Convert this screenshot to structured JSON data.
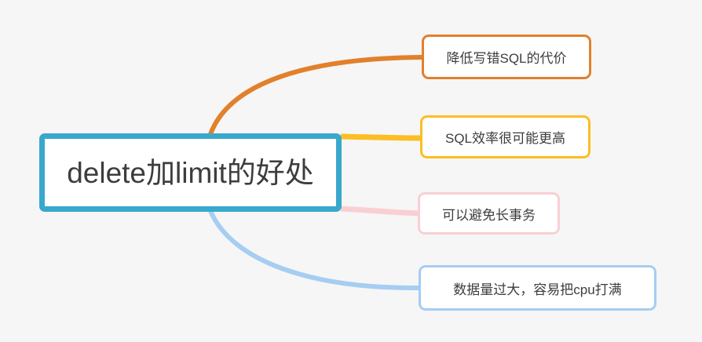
{
  "canvas": {
    "background": "#f6f6f6"
  },
  "root": {
    "label": "delete加limit的好处",
    "border_color": "#38a8cc",
    "fill": "#ffffff",
    "text_color": "#3d3d3d"
  },
  "branches": [
    {
      "id": "reduce-wrong-sql-cost",
      "label": "降低写错SQL的代价",
      "color": "#e2802b"
    },
    {
      "id": "sql-efficiency-higher",
      "label": "SQL效率很可能更高",
      "color": "#fbbe23"
    },
    {
      "id": "avoid-long-transaction",
      "label": "可以避免长事务",
      "color": "#f9cfd4"
    },
    {
      "id": "big-data-cpu-full",
      "label": "数据量过大，容易把cpu打满",
      "color": "#a6cdf2"
    }
  ]
}
